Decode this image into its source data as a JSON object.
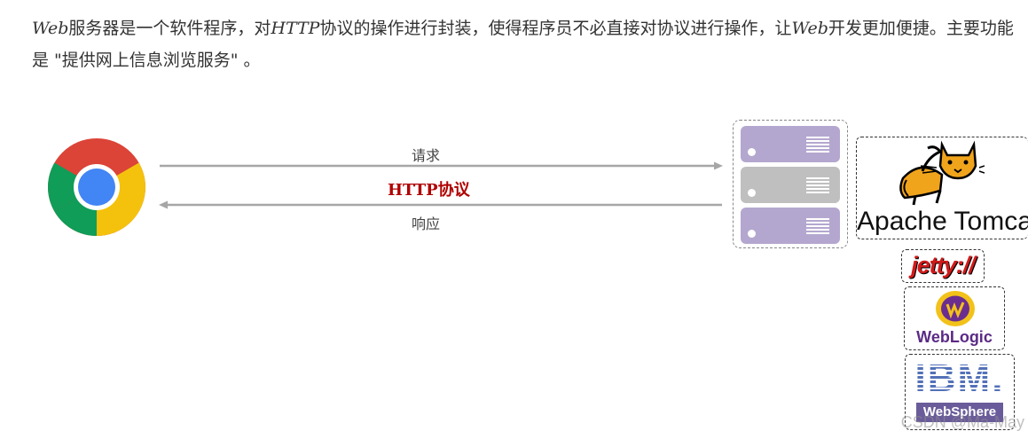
{
  "intro": {
    "web_word_1": "Web",
    "text_1": "服务器是一个软件程序，对",
    "http_word": "HTTP",
    "text_2": "协议的操作进行封装，使得程序员不必直接对协议进行操作，让",
    "web_word_2": "Web",
    "text_3": "开发更加便捷。主要功能是 \"提供网上信息浏览服务\" 。"
  },
  "diagram": {
    "request_label": "请求",
    "protocol_label": "HTTP协议",
    "response_label": "响应"
  },
  "logos": {
    "tomcat": "Apache Tomcat",
    "jetty": "jetty://",
    "weblogic": "WebLogic",
    "ibm": "IBM.",
    "websphere": "WebSphere"
  },
  "watermark": "CSDN @Ma-May",
  "colors": {
    "arrow": "#a6a6a6",
    "protocol_label": "#b00000",
    "server_purple": "#b4a7cf",
    "server_gray": "#bfbfbf",
    "chrome_red": "#db4437",
    "chrome_yellow": "#f4c20d",
    "chrome_green": "#0f9d58",
    "chrome_blue": "#4285f4"
  }
}
